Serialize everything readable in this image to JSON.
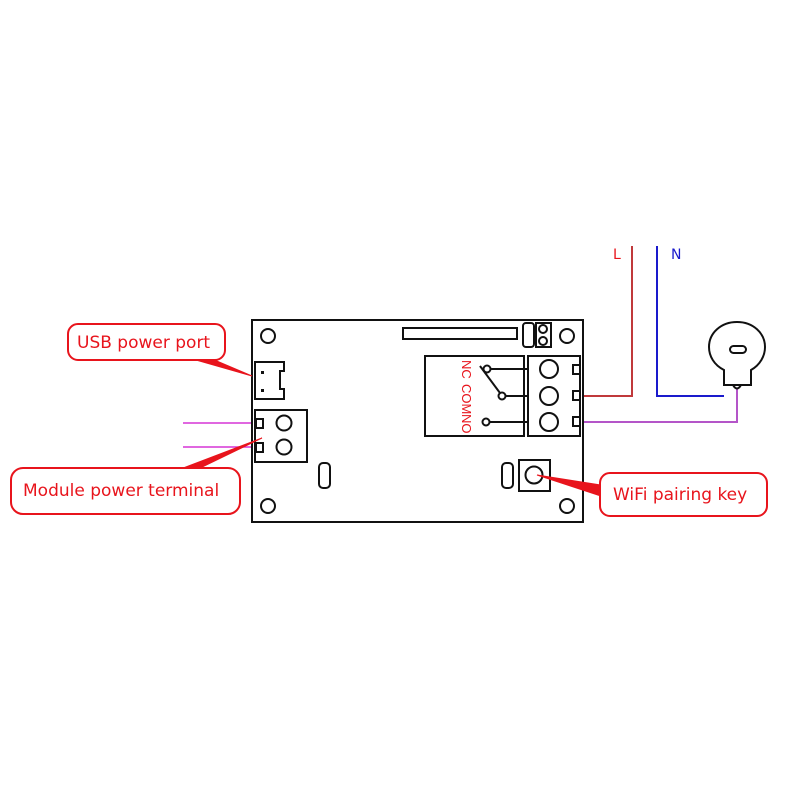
{
  "diagram": {
    "title": "Relay module wiring diagram",
    "callouts": {
      "usb_power_port": "USB power port",
      "module_power_terminal": "Module power terminal",
      "wifi_pairing_key": "WiFi pairing key"
    },
    "relay_contacts": {
      "nc": "NC",
      "com": "COM",
      "no": "NO"
    },
    "mains": {
      "live": "L",
      "neutral": "N"
    },
    "colors": {
      "callout": "#e8141c",
      "board_outline": "#111111",
      "live_wire": "#c0393b",
      "neutral_wire": "#1a1acc",
      "load_wire": "#b455c8",
      "power_input_wire": "#d535d5",
      "live_label": "#e8141c",
      "neutral_label": "#1a1acc"
    }
  }
}
